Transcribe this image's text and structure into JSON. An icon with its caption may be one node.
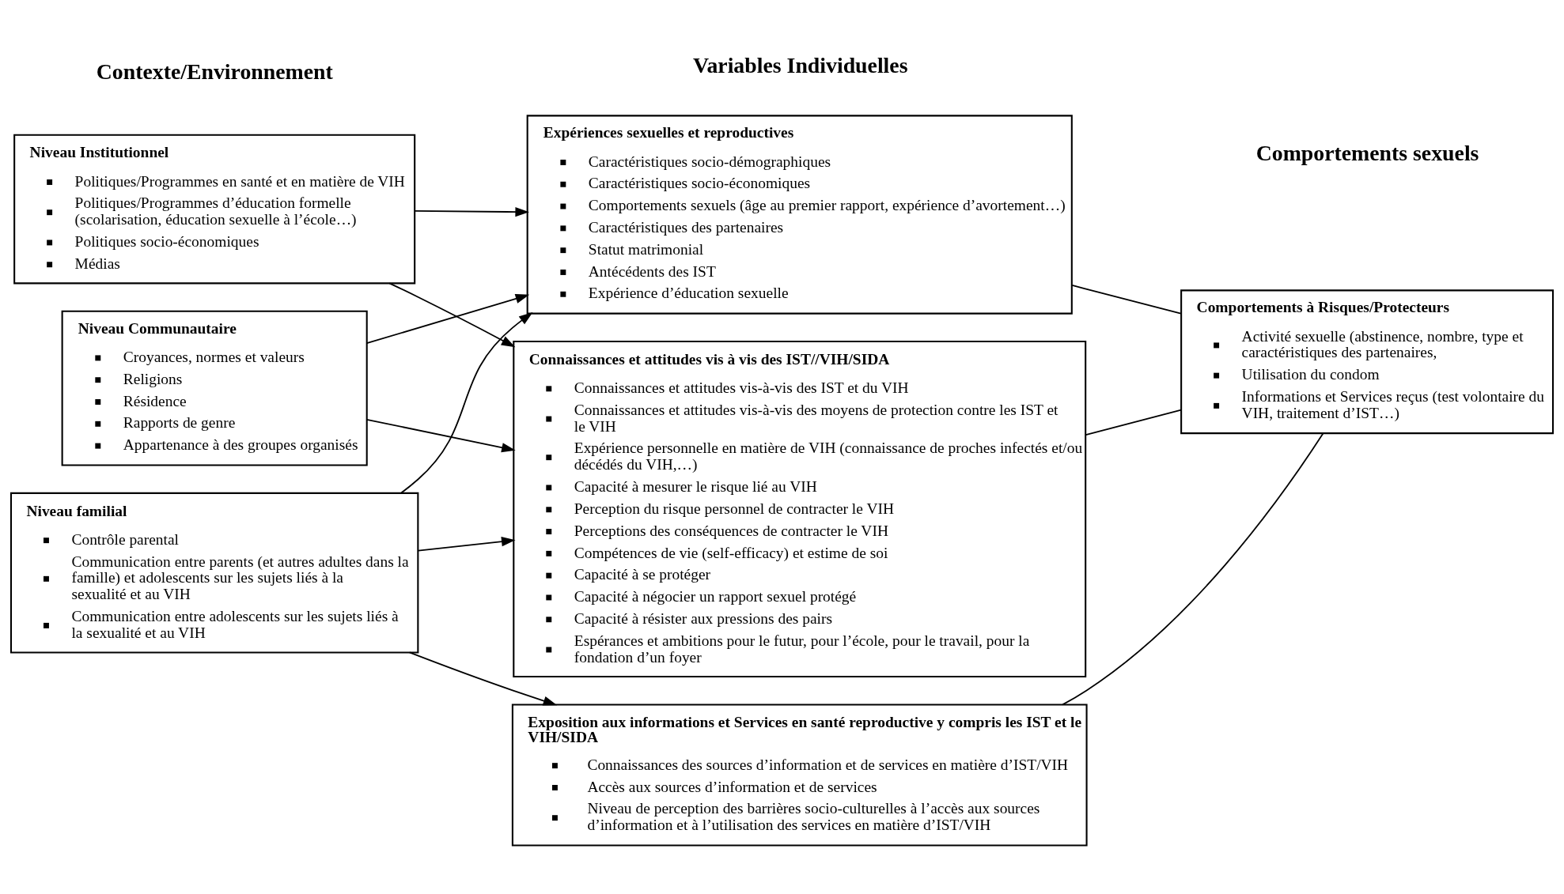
{
  "diagram": {
    "nodes": [
      {
        "text": [
          "Niveau Institutionnel",
          "Politiques/Programmes en santé et en matière de VIH",
          "Politiques/Programmes d’éducation formelle (scolarisation, éducation sexuelle à l’école…)",
          "Politiques socio-économiques",
          "Médias"
        ]
      },
      {
        "text": [
          "Niveau Communautaire",
          "Croyances, normes et valeurs",
          "Religions",
          "Résidence",
          "Rapports de genre",
          "Appartenance à des groupes organisés"
        ]
      },
      {
        "text": [
          "Niveau familial",
          "Contrôle parental",
          "Communication entre parents (et autres adultes dans la famille) et adolescents sur les sujets liés à la sexualité et au VIH",
          "Communication entre adolescents sur les sujets liés à la sexualité et au VIH"
        ]
      },
      {
        "text": [
          "Expériences sexuelles et reproductives",
          "Caractéristiques socio-démographiques",
          "Caractéristiques socio-économiques",
          "Comportements sexuels (âge au premier rapport, expérience d’avortement…)",
          "Caractéristiques des partenaires",
          "Statut matrimonial",
          "Antécédents des IST",
          "Expérience d’éducation sexuelle"
        ]
      },
      {
        "text": [
          "Connaissances et attitudes vis à vis des IST//VIH/SIDA",
          "Connaissances et attitudes vis-à-vis des IST et du VIH",
          "Connaissances et attitudes vis-à-vis des moyens de protection contre les IST et le VIH",
          "Expérience personnelle en matière de VIH (connaissance de proches infectés et/ou décédés du VIH,…)",
          "Capacité à mesurer le risque lié au VIH",
          "Perception du risque personnel de contracter le VIH",
          "Perceptions des conséquences de contracter le VIH",
          "Compétences de vie (self-efficacy) et estime de soi",
          "Capacité à se protéger",
          "Capacité à négocier un rapport sexuel protégé",
          "Capacité à résister aux pressions des pairs",
          "Espérances et ambitions pour le futur, pour l’école, pour le travail, pour la fondation d’un foyer"
        ]
      },
      {
        "text": [
          "Exposition aux informations et Services en santé reproductive y compris les IST et le VIH/SIDA",
          "Connaissances des sources d’information et de services en matière d’IST/VIH",
          "Accès aux sources d’information et de services",
          "Niveau de perception des barrières socio-culturelles à l’accès aux sources d’information et à l’utilisation des services en matière d’IST/VIH"
        ]
      },
      {
        "text": [
          "Comportements à Risques/Protecteurs",
          "Activité sexuelle (abstinence, nombre, type et caractéristiques des partenaires,",
          "Utilisation du condom",
          "Informations et Services reçus (test volontaire du VIH, traitement d’IST…)"
        ]
      }
    ],
    "edges": [
      {
        "from": 0,
        "to": 3,
        "arrow": "to"
      },
      {
        "from": 0,
        "to": 4,
        "arrow": "to"
      },
      {
        "from": 1,
        "to": 3,
        "arrow": "to"
      },
      {
        "from": 1,
        "to": 4,
        "arrow": "to"
      },
      {
        "from": 2,
        "to": 3,
        "arrow": "to"
      },
      {
        "from": 2,
        "to": 4,
        "arrow": "to"
      },
      {
        "from": 2,
        "to": 5,
        "arrow": "to"
      },
      {
        "from": 3,
        "to": 6,
        "arrow": "none"
      },
      {
        "from": 4,
        "to": 6,
        "arrow": "none"
      },
      {
        "from": 5,
        "to": 6,
        "arrow": "none"
      }
    ],
    "labels": [
      "Contexte/Environnement",
      "Variables Individuelles",
      "Comportements sexuels"
    ]
  }
}
